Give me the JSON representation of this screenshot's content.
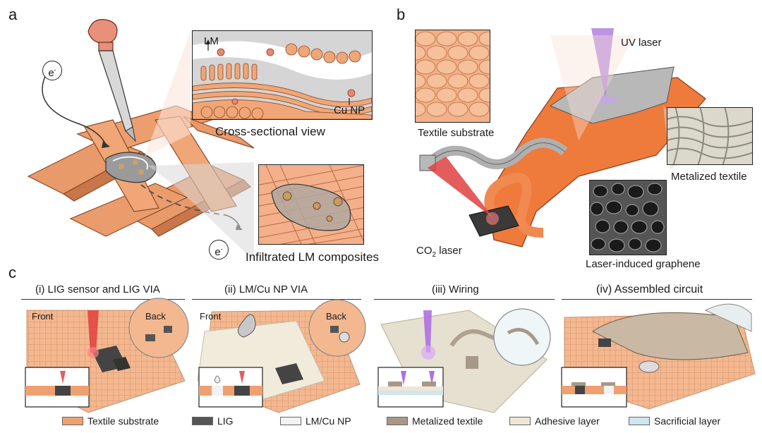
{
  "panels": {
    "a": {
      "letter": "a",
      "electron_1": "e",
      "electron_2": "e",
      "electron_sup": "-",
      "inset_top": {
        "lm_label": "LM",
        "cu_label": "Cu NP",
        "caption": "Cross-sectional view"
      },
      "inset_bottom": {
        "caption": "Infiltrated LM composites"
      }
    },
    "b": {
      "letter": "b",
      "uv_laser": "UV laser",
      "textile_substrate": "Textile substrate",
      "metalized_textile": "Metalized  textile",
      "co2_laser_main": "CO",
      "co2_laser_sub": "2",
      "co2_laser_tail": " laser",
      "laser_induced_graphene": "Laser-induced graphene"
    },
    "c": {
      "letter": "c",
      "steps": [
        {
          "title": "(i) LIG sensor and LIG VIA",
          "front": "Front",
          "back": "Back"
        },
        {
          "title": "(ii) LM/Cu NP VIA",
          "front": "Front",
          "back": "Back"
        },
        {
          "title": "(iii) Wiring"
        },
        {
          "title": "(iv) Assembled circuit"
        }
      ]
    }
  },
  "legend": [
    {
      "label": "Textile substrate",
      "color": "#f0a070"
    },
    {
      "label": "LIG",
      "color": "#555555"
    },
    {
      "label": "LM/Cu NP",
      "color": "#f2f2f2"
    },
    {
      "label": "Metalized textile",
      "color": "#a89888"
    },
    {
      "label": "Adhesive layer",
      "color": "#efe6d6"
    },
    {
      "label": "Sacrificial layer",
      "color": "#cfe6f0"
    }
  ],
  "colors": {
    "textile": "#e89a6a",
    "textile_dark": "#c8764a",
    "lig": "#4a4a4a",
    "metal": "#b0b0b0",
    "uv": "#a070d0",
    "co2": "#e04040"
  }
}
